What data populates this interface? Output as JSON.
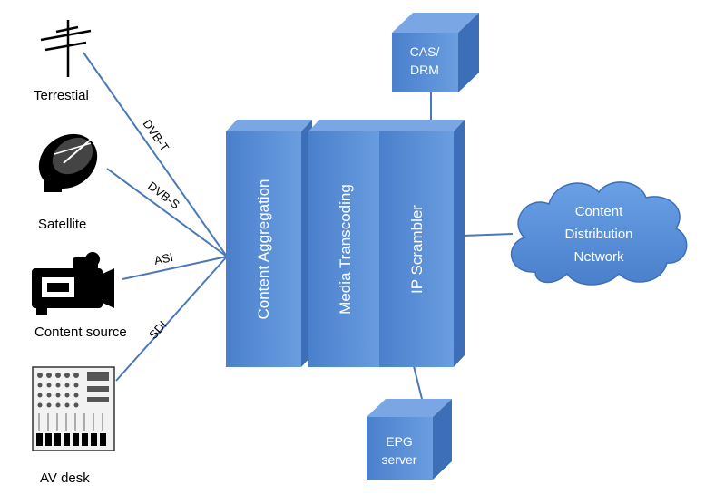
{
  "sources": {
    "terrestrial": "Terrestial",
    "satellite": "Satellite",
    "content_source": "Content source",
    "av_desk": "AV desk"
  },
  "connections": {
    "dvbt": "DVB-T",
    "dvbs": "DVB-S",
    "asi": "ASI",
    "sdi": "SDI"
  },
  "blocks": {
    "aggregation": "Content Aggregation",
    "transcoding": "Media Transcoding",
    "scrambler": "IP Scrambler"
  },
  "cas_drm": [
    "CAS/",
    "DRM"
  ],
  "epg": [
    "EPG",
    "server"
  ],
  "cdn": [
    "Content",
    "Distribution",
    "Network"
  ],
  "colors": {
    "box_front": "#5b8fd6",
    "box_top": "#7aa7e4",
    "box_side": "#3d6fb8",
    "line": "#4a78b8"
  }
}
